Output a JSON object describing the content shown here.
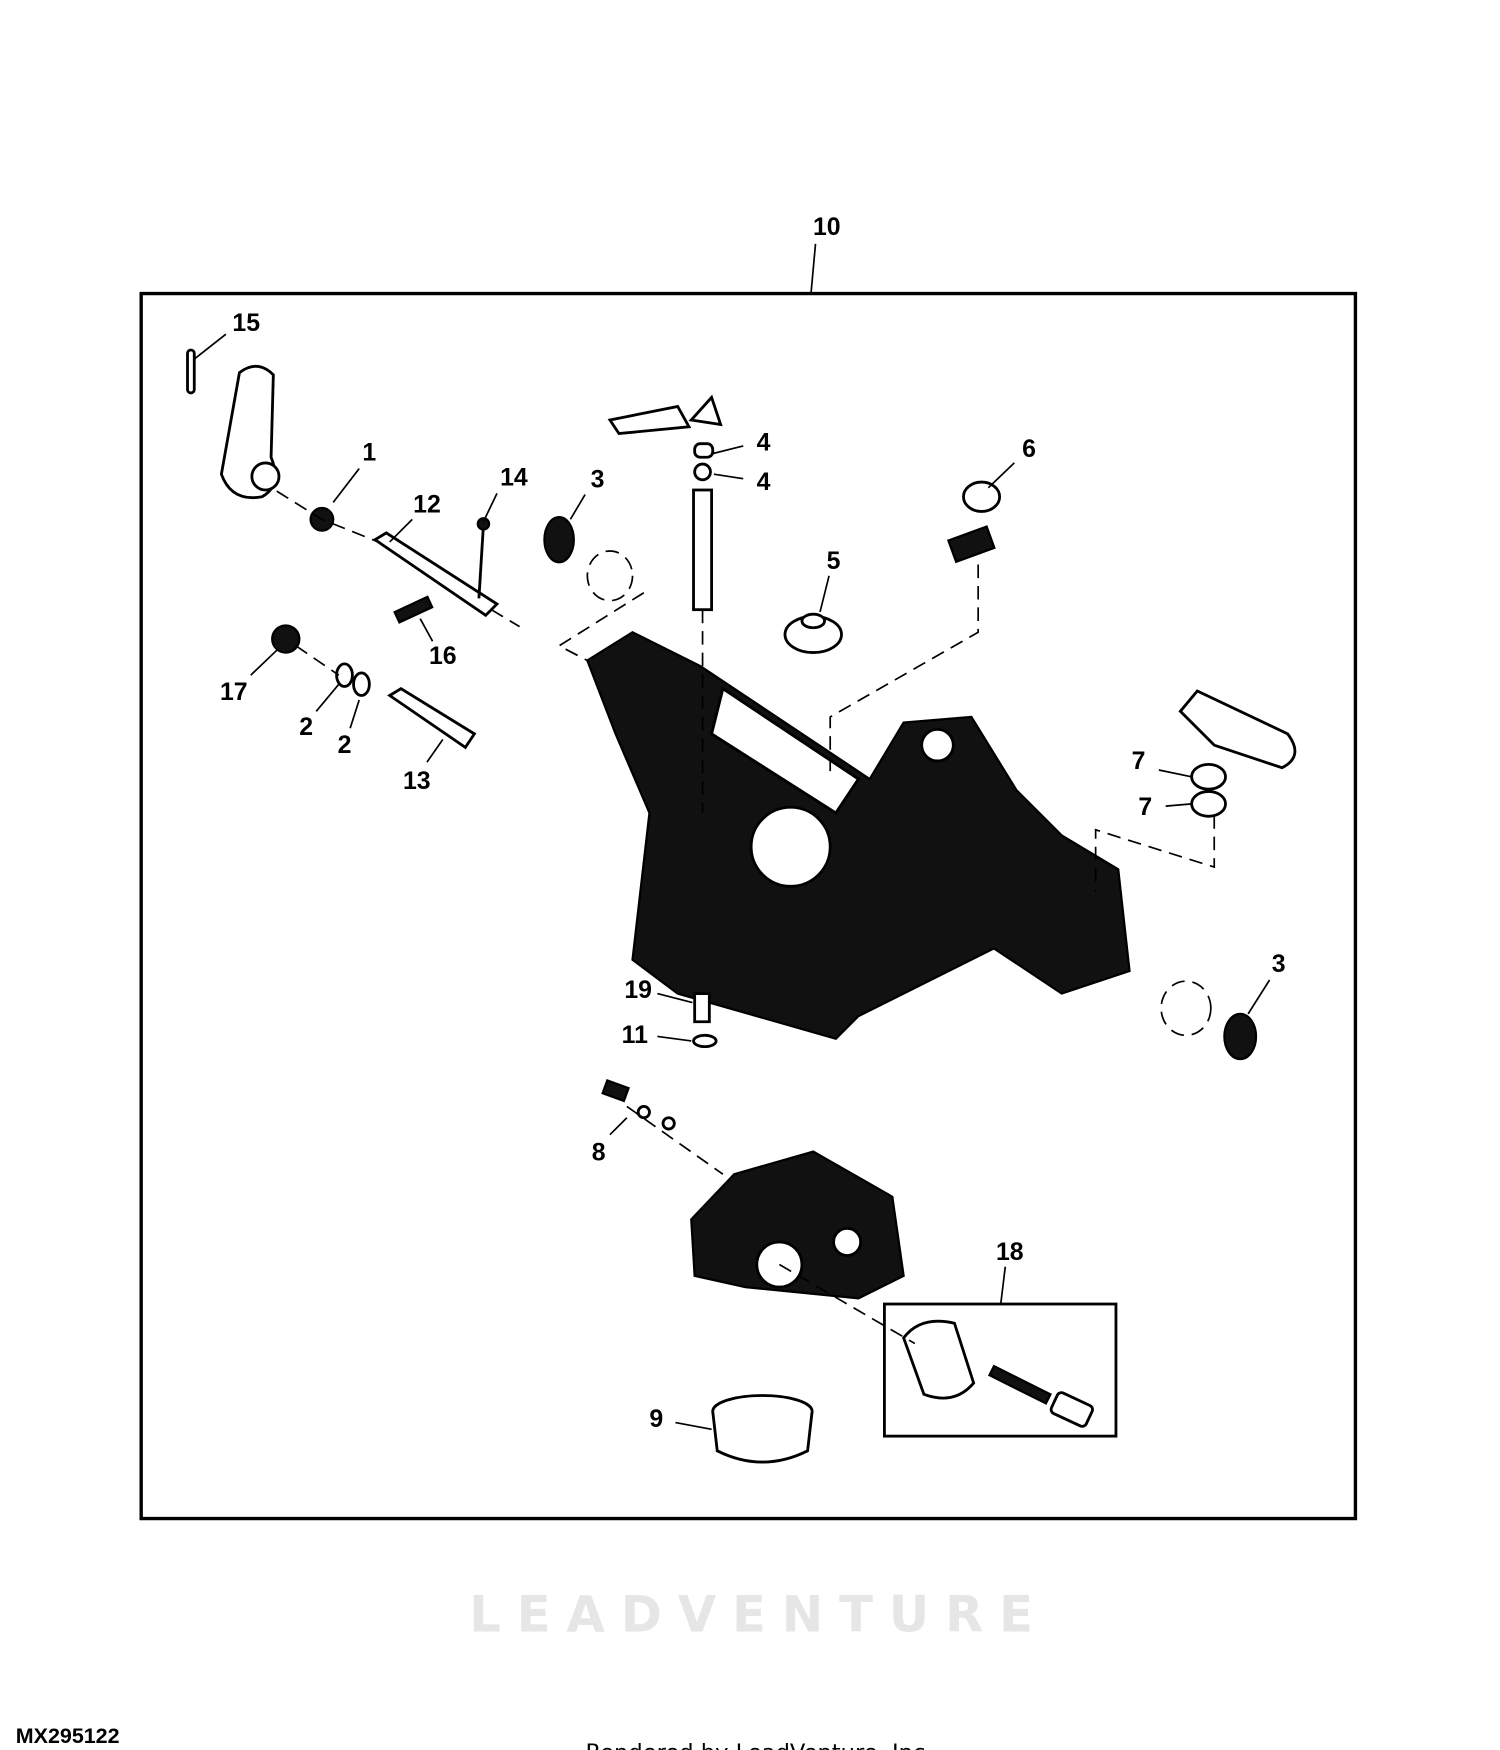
{
  "diagram": {
    "assembly_callout": "10",
    "callouts": [
      "15",
      "1",
      "12",
      "14",
      "3",
      "4",
      "4",
      "6",
      "5",
      "16",
      "17",
      "2",
      "2",
      "13",
      "7",
      "7",
      "3",
      "19",
      "11",
      "8",
      "18",
      "9"
    ],
    "watermark": "LEADVENTURE",
    "figure_id": "MX295122",
    "credit": "Rendered by LeadVenture, Inc."
  }
}
